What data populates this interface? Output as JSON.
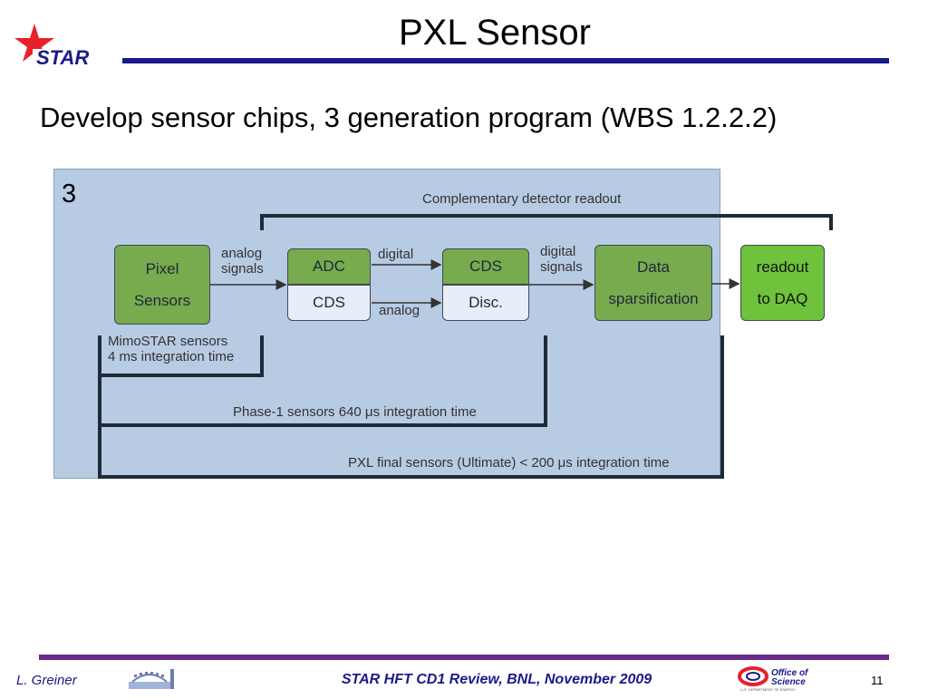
{
  "slide": {
    "title": "PXL Sensor",
    "subtitle": "Develop sensor chips, 3 generation program (WBS 1.2.2.2)",
    "logo_text": "STAR"
  },
  "diagram": {
    "generation_number": "3",
    "complementary_label": "Complementary detector readout",
    "pixel_sensors": {
      "line1": "Pixel",
      "line2": "Sensors"
    },
    "analog_signals": {
      "line1": "analog",
      "line2": "signals"
    },
    "adc": "ADC",
    "cds_left": "CDS",
    "digital_label": "digital",
    "analog_label": "analog",
    "cds_right": "CDS",
    "disc": "Disc.",
    "digital_signals": {
      "line1": "digital",
      "line2": "signals"
    },
    "data_sparsification": {
      "line1": "Data",
      "line2": "sparsification"
    },
    "readout": {
      "line1": "readout",
      "line2": "to DAQ"
    },
    "mimostar": {
      "line1": "MimoSTAR sensors",
      "line2": "4 ms integration time"
    },
    "phase1": "Phase-1 sensors  640 μs integration time",
    "final": "PXL final sensors (Ultimate)  < 200 μs integration time"
  },
  "footer": {
    "author": "L. Greiner",
    "event": "STAR HFT CD1 Review, BNL, November 2009",
    "page_number": "11",
    "office_line1": "Office of",
    "office_line2": "Science",
    "doe_text": "U.S. DEPARTMENT OF ENERGY"
  },
  "colors": {
    "header_line": "#1a1a8c",
    "footer_line": "#6a2a8a",
    "diagram_background": "#b7cbe3",
    "block_green": "#78aa4e",
    "readout_green": "#6fc23b",
    "star_red": "#e8202a"
  }
}
